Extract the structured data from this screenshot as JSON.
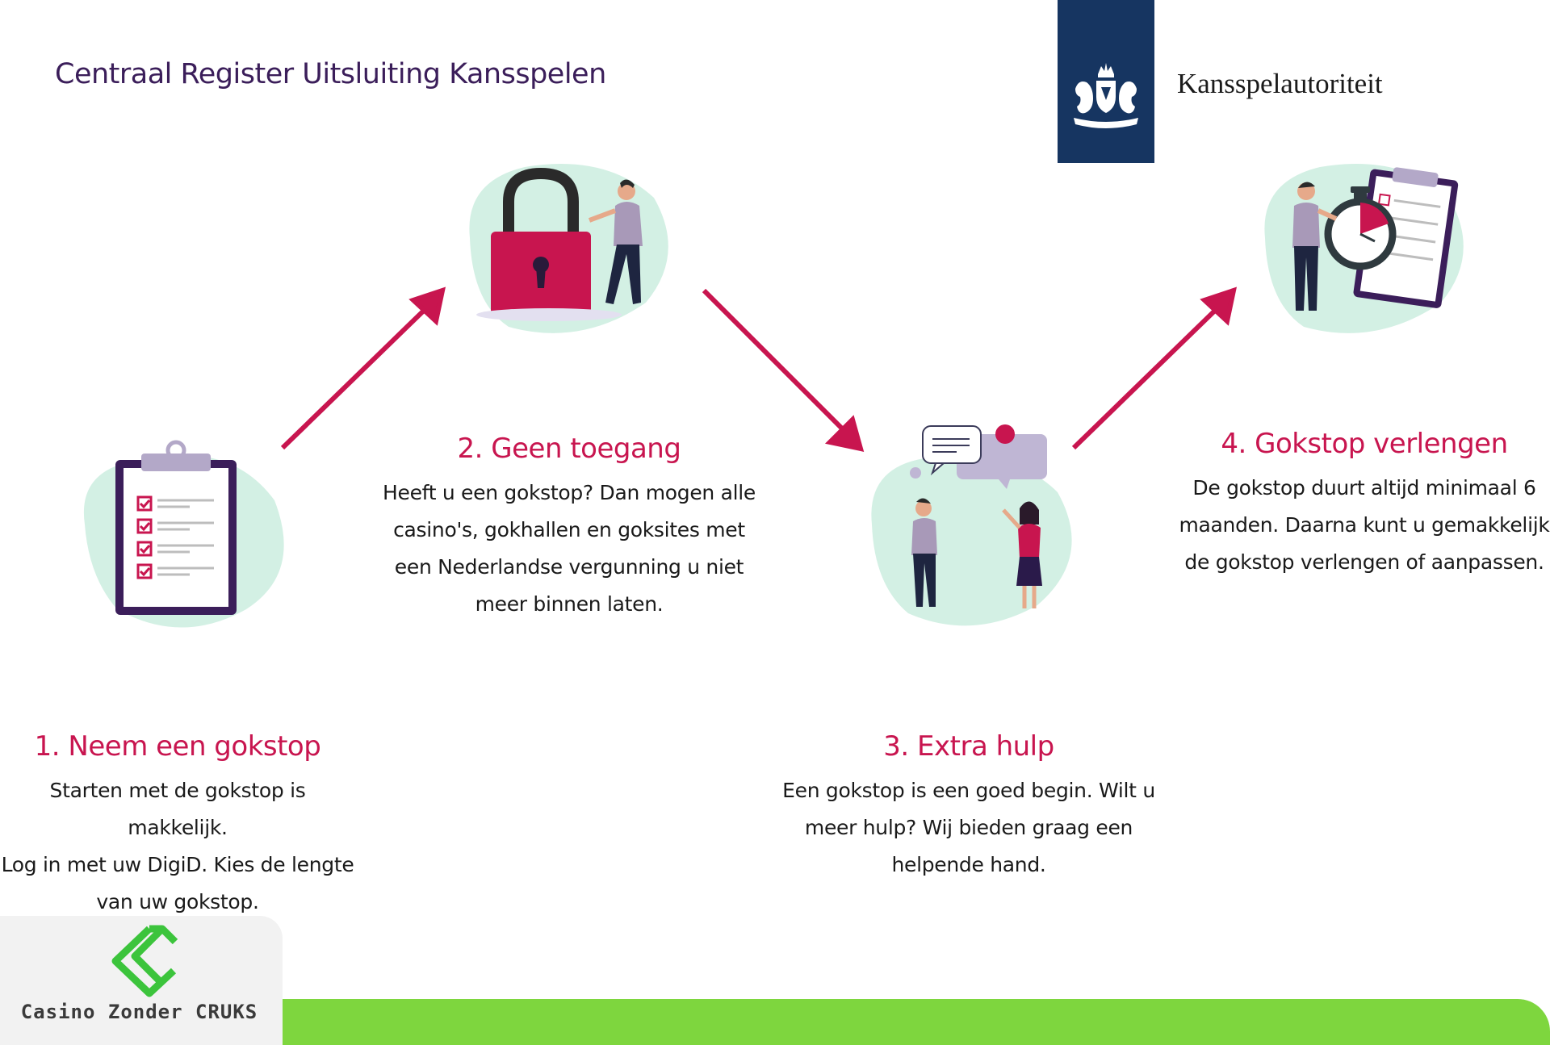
{
  "header": {
    "title": "Centraal Register Uitsluiting Kansspelen",
    "authority": "Kansspelautoriteit"
  },
  "steps": [
    {
      "title": "1. Neem een gokstop",
      "lines": [
        "Starten met de gokstop is makkelijk.",
        "Log in met uw DigiD. Kies de lengte",
        "van uw gokstop."
      ]
    },
    {
      "title": "2. Geen toegang",
      "lines": [
        "Heeft u een gokstop? Dan mogen alle",
        "casino's, gokhallen en goksites met",
        "een Nederlandse vergunning u niet",
        "meer binnen laten."
      ]
    },
    {
      "title": "3. Extra hulp",
      "lines": [
        "Een gokstop is een goed begin. Wilt u",
        "meer hulp? Wij bieden graag een",
        "helpende hand."
      ]
    },
    {
      "title": "4. Gokstop verlengen",
      "lines": [
        "De gokstop duurt altijd minimaal 6",
        "maanden. Daarna kunt u gemakkelijk",
        "de gokstop verlengen of aanpassen."
      ]
    }
  ],
  "footer": {
    "brand": "Casino Zonder CRUKS"
  },
  "colors": {
    "accent": "#c8154f",
    "title": "#3b1e5a",
    "navy": "#163561",
    "mint": "#d3f0e4",
    "green": "#7ed63e"
  },
  "icons": [
    "clipboard-checklist-icon",
    "padlock-icon",
    "chat-bubbles-icon",
    "stopwatch-clipboard-icon",
    "crown-lion-coat-of-arms-icon",
    "c-logo-icon"
  ]
}
